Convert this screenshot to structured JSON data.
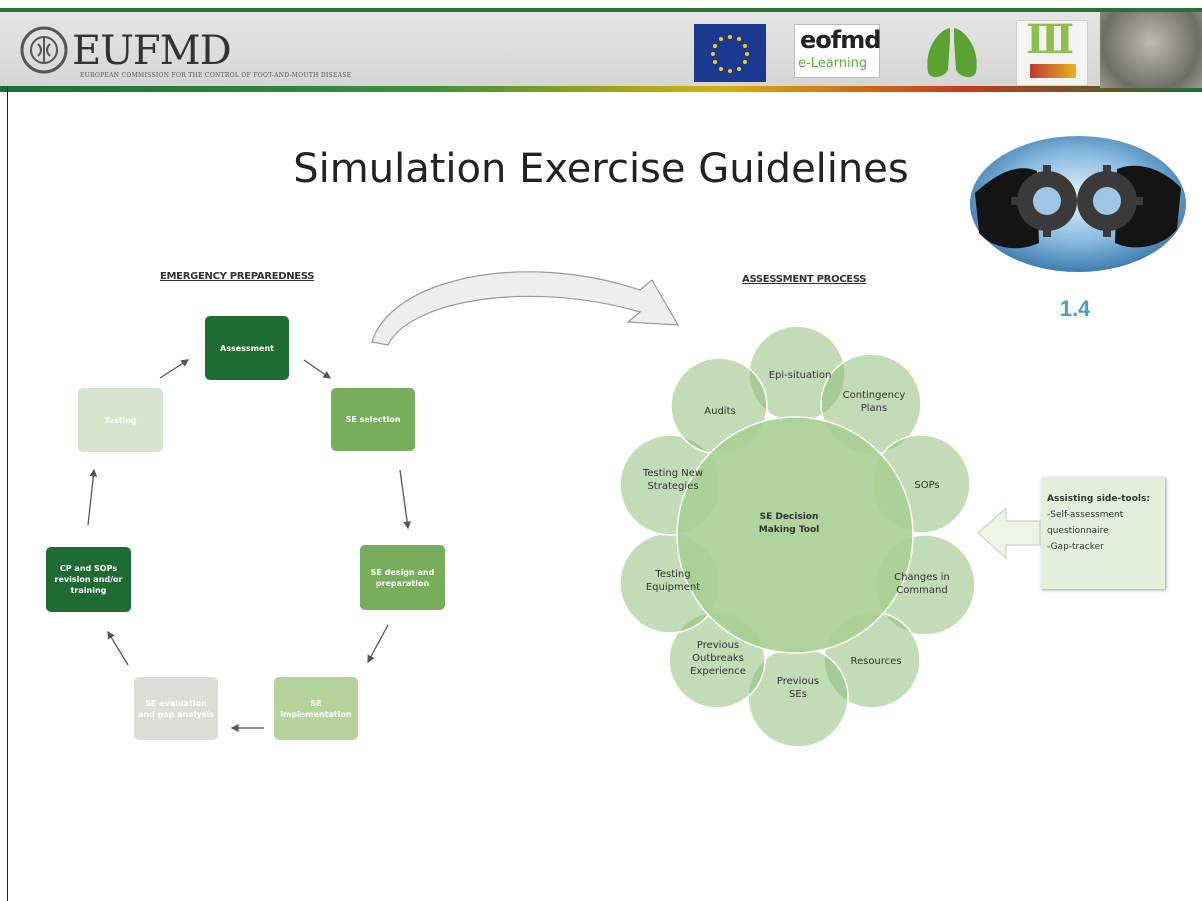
{
  "header": {
    "logo_text": "EUFMD",
    "logo_subtitle": "EUROPEAN COMMISSION FOR THE CONTROL OF FOOT-AND-MOUTH DISEASE",
    "eofmd_text": "eofmd",
    "eofmd_sub": "e-Learning",
    "badge_text": "III"
  },
  "title": "Simulation Exercise Guidelines",
  "section_number": "1.4",
  "left_caption": "EMERGENCY PREPAREDNESS",
  "right_caption": "ASSESSMENT PROCESS",
  "cycle_boxes": [
    {
      "label": "Assessment"
    },
    {
      "label": "SE selection"
    },
    {
      "label": "SE design and preparation"
    },
    {
      "label": "SE implementation"
    },
    {
      "label": "SE evaluation and gap analysis"
    },
    {
      "label": "CP and SOPs revision and/or training"
    },
    {
      "label": "Testing"
    }
  ],
  "center_tool": "SE Decision Making Tool",
  "petals": [
    "Epi-situation",
    "Contingency Plans",
    "SOPs",
    "Changes in Command",
    "Resources",
    "Previous SEs",
    "Previous Outbreaks Experience",
    "Testing Equipment",
    "Testing New Strategies",
    "Audits"
  ],
  "side_tools": {
    "title": "Assisting side-tools:",
    "items": [
      "-Self-assessment questionnaire",
      "-Gap-tracker"
    ]
  },
  "colors": {
    "dark_green": "#1e6b34",
    "mid_green": "#77ad5c",
    "light_green": "#b7d39c",
    "pale_green": "#d7e4cc",
    "grey": "#dcdcd8",
    "petal": "#8ec07a",
    "center": "#a9cf94",
    "accent_blue": "#4a9bd1"
  }
}
